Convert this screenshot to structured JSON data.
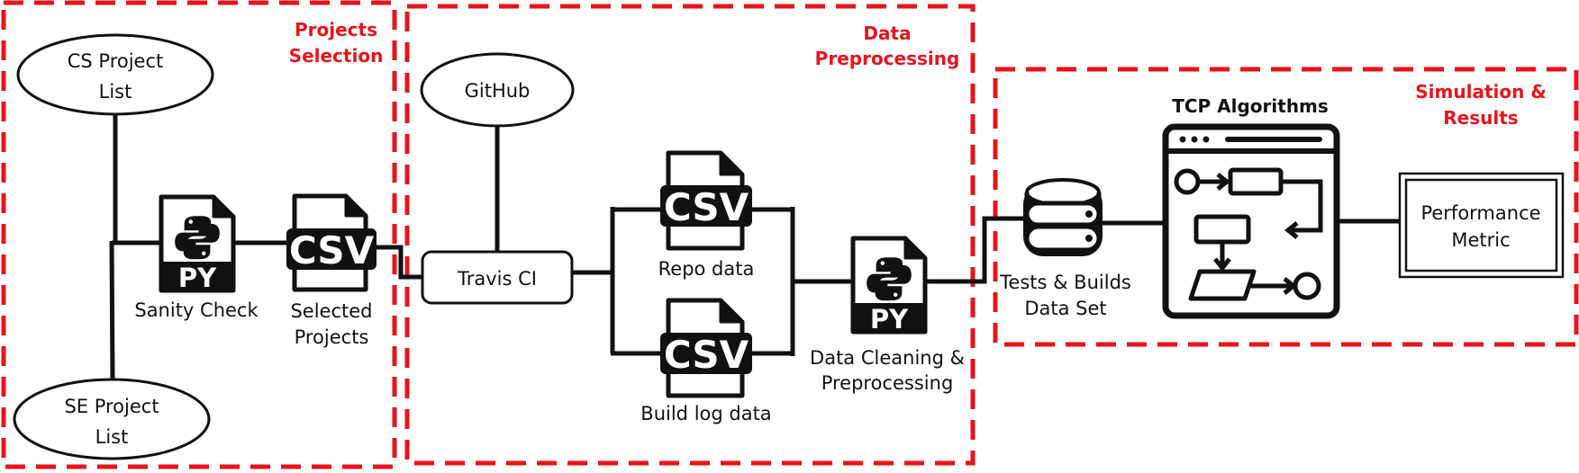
{
  "colors": {
    "stage_border": "#e8141b",
    "stage_title": "#e8141b",
    "stroke": "#111111"
  },
  "stages": {
    "selection": {
      "title_line1": "Projects",
      "title_line2": "Selection"
    },
    "preprocessing": {
      "title_line1": "Data",
      "title_line2": "Preprocessing"
    },
    "simulation": {
      "title_line1": "Simulation &",
      "title_line2": "Results"
    }
  },
  "nodes": {
    "cs_project_list": {
      "line1": "CS Project",
      "line2": "List"
    },
    "se_project_list": {
      "line1": "SE Project",
      "line2": "List"
    },
    "sanity_check": {
      "label": "Sanity Check",
      "badge": "PY"
    },
    "selected_projects": {
      "line1": "Selected",
      "line2": "Projects",
      "badge": "CSV"
    },
    "github": {
      "label": "GitHub"
    },
    "travis_ci": {
      "label": "Travis CI"
    },
    "repo_data": {
      "label": "Repo data",
      "badge": "CSV"
    },
    "build_log_data": {
      "label": "Build log data",
      "badge": "CSV"
    },
    "data_cleaning": {
      "line1": "Data Cleaning &",
      "line2": "Preprocessing",
      "badge": "PY"
    },
    "dataset": {
      "line1": "Tests & Builds",
      "line2": "Data Set",
      "icon": "database-icon"
    },
    "tcp_algorithms": {
      "title": "TCP Algorithms",
      "icon": "flowchart-window-icon"
    },
    "performance_metric": {
      "line1": "Performance",
      "line2": "Metric"
    }
  }
}
